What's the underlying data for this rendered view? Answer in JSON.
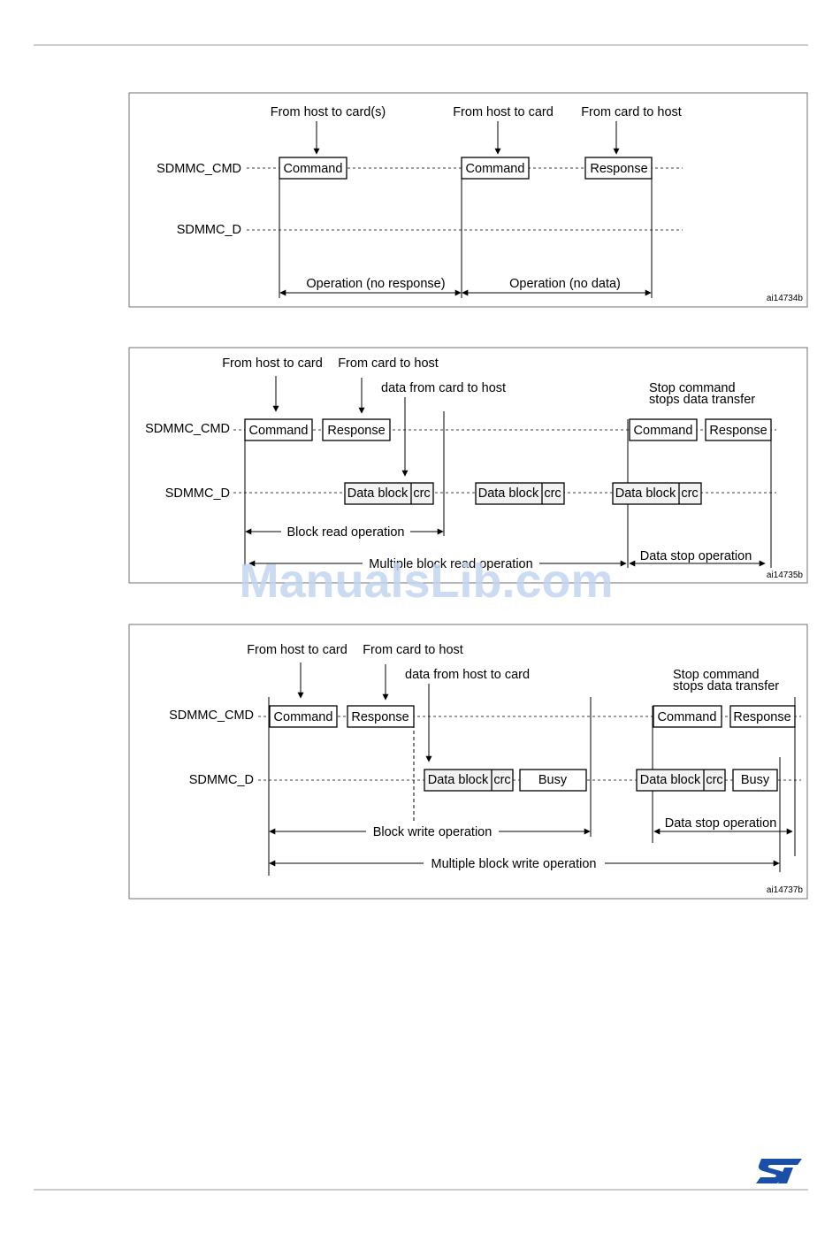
{
  "colors": {
    "rule": "#9a9a9a",
    "frame": "#707070",
    "watermark": "#c2d5f0",
    "logo": "#1a4fa8",
    "busy_fill": "#ffffff",
    "block_fill": "#f2f2f2"
  },
  "diagram1": {
    "signal_cmd": "SDMMC_CMD",
    "signal_d": "SDMMC_D",
    "ann_host_to_cards": "From host to card(s)",
    "ann_host_to_card": "From host to card",
    "ann_card_to_host": "From card to host",
    "box_command_1": "Command",
    "box_command_2": "Command",
    "box_response": "Response",
    "op_no_response": "Operation (no response)",
    "op_no_data": "Operation (no data)",
    "ref": "ai14734b"
  },
  "diagram2": {
    "signal_cmd": "SDMMC_CMD",
    "signal_d": "SDMMC_D",
    "ann_host_to_card": "From host to card",
    "ann_card_to_host": "From card to host",
    "ann_data": "data from card to host",
    "ann_stop_1": "Stop command",
    "ann_stop_2": "stops data transfer",
    "box_command_1": "Command",
    "box_response_1": "Response",
    "box_command_2": "Command",
    "box_response_2": "Response",
    "data_block": "Data block",
    "crc": "crc",
    "op_block": "Block read operation",
    "op_multi": "Multiple block read operation",
    "op_stop": "Data stop operation",
    "ref": "ai14735b"
  },
  "diagram3": {
    "signal_cmd": "SDMMC_CMD",
    "signal_d": "SDMMC_D",
    "ann_host_to_card": "From host to card",
    "ann_card_to_host": "From card to host",
    "ann_data": "data from host to card",
    "ann_stop_1": "Stop command",
    "ann_stop_2": "stops data transfer",
    "box_command_1": "Command",
    "box_response_1": "Response",
    "box_command_2": "Command",
    "box_response_2": "Response",
    "data_block": "Data block",
    "crc": "crc",
    "busy": "Busy",
    "op_block": "Block write operation",
    "op_multi": "Multiple block write operation",
    "op_stop": "Data stop operation",
    "ref": "ai14737b"
  },
  "watermark": "ManualsLib.com",
  "logo_icon": "st-logo-icon"
}
